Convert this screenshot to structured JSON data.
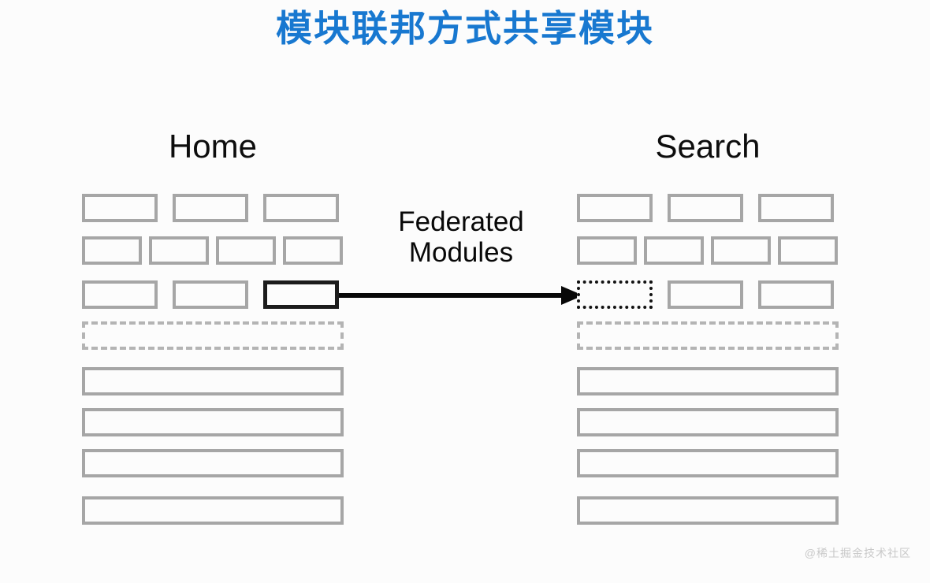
{
  "slide": {
    "title": "模块联邦方式共享模块",
    "title_color": "#1878d0",
    "background": "#fcfcfc",
    "watermark": "@稀土掘金技术社区"
  },
  "connector": {
    "label": "Federated\nModules",
    "arrow_icon": "right-arrow-icon",
    "color": "#080808",
    "direction": "left-to-right"
  },
  "columns": [
    {
      "id": "home",
      "heading": "Home",
      "module_rows": [
        {
          "boxes": [
            {
              "state": "normal"
            },
            {
              "state": "normal"
            },
            {
              "state": "normal"
            }
          ]
        },
        {
          "boxes": [
            {
              "state": "normal"
            },
            {
              "state": "normal"
            },
            {
              "state": "normal"
            },
            {
              "state": "normal"
            }
          ]
        },
        {
          "boxes": [
            {
              "state": "normal"
            },
            {
              "state": "normal"
            },
            {
              "state": "source"
            }
          ]
        }
      ],
      "wide_bars": [
        {
          "style": "dashed"
        },
        {
          "style": "solid"
        },
        {
          "style": "solid"
        },
        {
          "style": "solid"
        },
        {
          "style": "solid"
        }
      ]
    },
    {
      "id": "search",
      "heading": "Search",
      "module_rows": [
        {
          "boxes": [
            {
              "state": "normal"
            },
            {
              "state": "normal"
            },
            {
              "state": "normal"
            }
          ]
        },
        {
          "boxes": [
            {
              "state": "normal"
            },
            {
              "state": "normal"
            },
            {
              "state": "normal"
            },
            {
              "state": "normal"
            }
          ]
        },
        {
          "boxes": [
            {
              "state": "target"
            },
            {
              "state": "normal"
            },
            {
              "state": "normal"
            }
          ]
        }
      ],
      "wide_bars": [
        {
          "style": "dashed"
        },
        {
          "style": "solid"
        },
        {
          "style": "solid"
        },
        {
          "style": "solid"
        },
        {
          "style": "solid"
        }
      ]
    }
  ],
  "palette": {
    "box_border": "#a6a6a6",
    "dashed_border": "#b4b4b4",
    "highlight_solid": "#1c1c1c",
    "highlight_dotted": "#121212",
    "heading": "#0d0d0d",
    "watermark": "#c9c9c9"
  }
}
